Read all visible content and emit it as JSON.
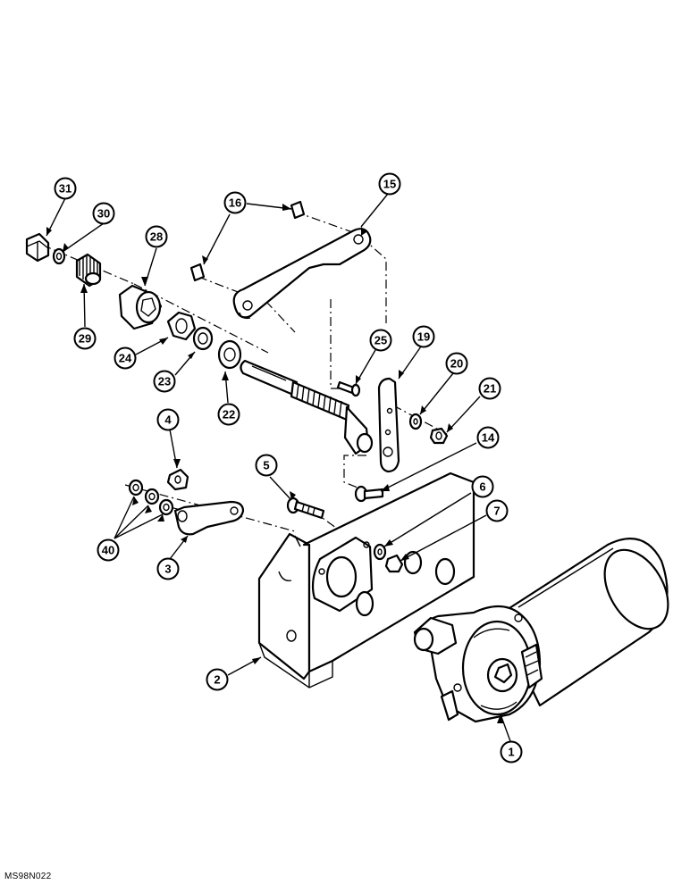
{
  "figure_code": "MS98N022",
  "callouts": [
    {
      "id": "c31",
      "label": "31"
    },
    {
      "id": "c30",
      "label": "30"
    },
    {
      "id": "c28",
      "label": "28"
    },
    {
      "id": "c29",
      "label": "29"
    },
    {
      "id": "c24",
      "label": "24"
    },
    {
      "id": "c23",
      "label": "23"
    },
    {
      "id": "c22",
      "label": "22"
    },
    {
      "id": "c16",
      "label": "16"
    },
    {
      "id": "c15",
      "label": "15"
    },
    {
      "id": "c25",
      "label": "25"
    },
    {
      "id": "c19",
      "label": "19"
    },
    {
      "id": "c20",
      "label": "20"
    },
    {
      "id": "c21",
      "label": "21"
    },
    {
      "id": "c14",
      "label": "14"
    },
    {
      "id": "c4",
      "label": "4"
    },
    {
      "id": "c5",
      "label": "5"
    },
    {
      "id": "c6",
      "label": "6"
    },
    {
      "id": "c7",
      "label": "7"
    },
    {
      "id": "c40",
      "label": "40"
    },
    {
      "id": "c3",
      "label": "3"
    },
    {
      "id": "c2",
      "label": "2"
    },
    {
      "id": "c1",
      "label": "1"
    }
  ]
}
